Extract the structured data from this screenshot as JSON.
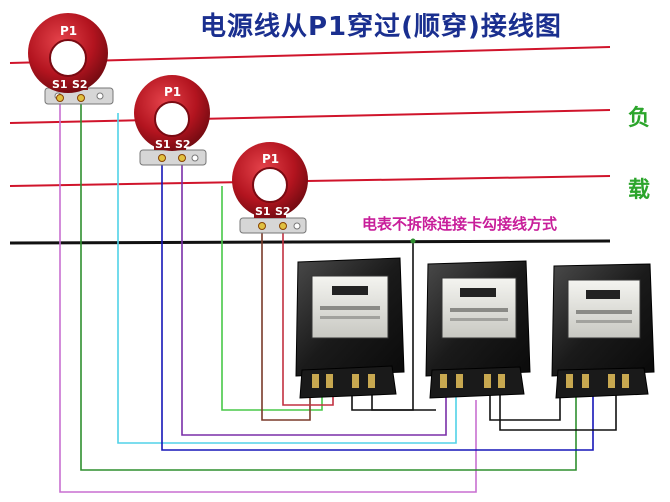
{
  "title": "电源线从P1穿过(顺穿)接线图",
  "load_label_1": "负",
  "load_label_2": "载",
  "note": "电表不拆除连接卡勾接线方式",
  "ct_labels": {
    "p1": "P1",
    "s1": "S1",
    "s2": "S2"
  },
  "colors": {
    "phase_wire": "#d0142b",
    "neutral_wire": "#111111",
    "ct_body": "#b3141f",
    "title": "#1a2f8f",
    "load_label": "#2ca52c",
    "note": "#c81e9a",
    "wire_pink": "#c86fd0",
    "wire_green": "#2f8f2f",
    "wire_cyan": "#50d2e8",
    "wire_blue": "#1616b8",
    "wire_purple": "#7a2fa8",
    "wire_lime": "#48c848",
    "wire_brown": "#7a3a2a"
  },
  "icons": [
    "current-transformer-icon",
    "electric-meter-icon"
  ]
}
